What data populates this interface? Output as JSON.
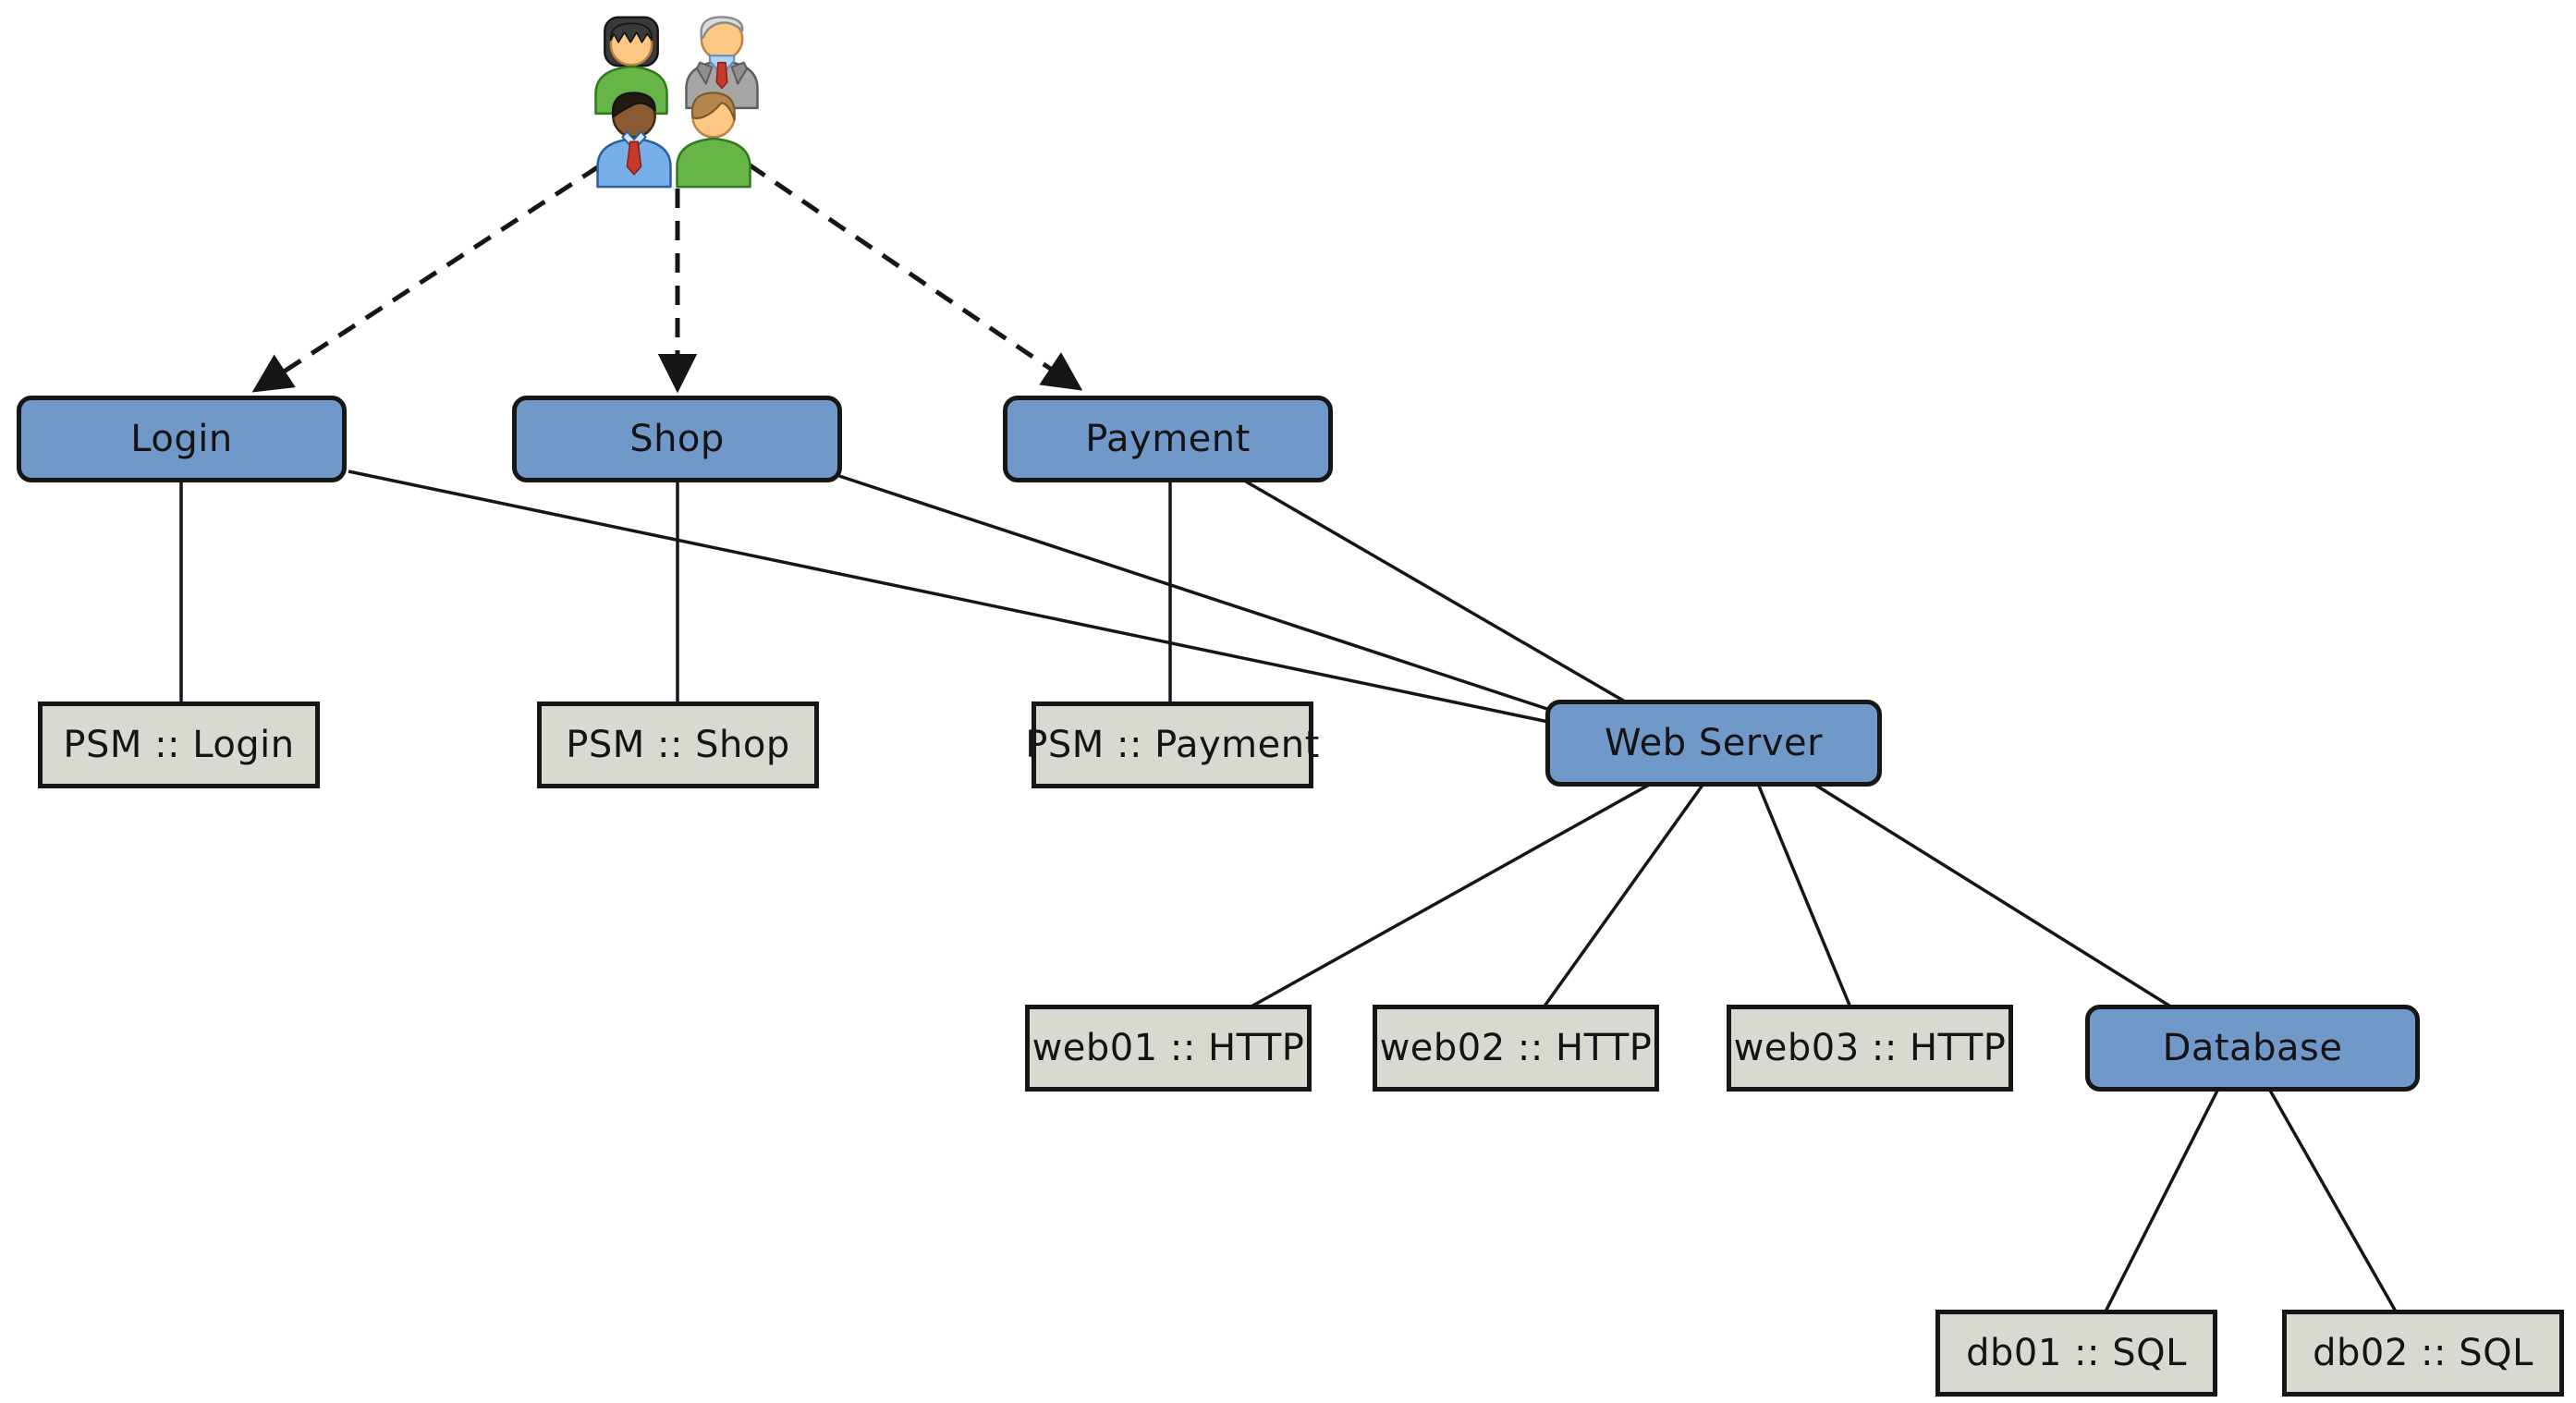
{
  "diagram": {
    "kind": "service-topology",
    "background": "#ffffff",
    "colors": {
      "process_node_fill": "#7099c9",
      "host_node_fill": "#d9d9d1",
      "node_border": "#161616",
      "edge": "#161616"
    },
    "icons": {
      "users_group": "users-group-icon"
    }
  },
  "nodes": {
    "login": {
      "label": "Login"
    },
    "shop": {
      "label": "Shop"
    },
    "payment": {
      "label": "Payment"
    },
    "psm_login": {
      "label": "PSM :: Login"
    },
    "psm_shop": {
      "label": "PSM :: Shop"
    },
    "psm_payment": {
      "label": "PSM :: Payment"
    },
    "webserver": {
      "label": "Web Server"
    },
    "web01": {
      "label": "web01 :: HTTP"
    },
    "web02": {
      "label": "web02 :: HTTP"
    },
    "web03": {
      "label": "web03 :: HTTP"
    },
    "database": {
      "label": "Database"
    },
    "db01": {
      "label": "db01 :: SQL"
    },
    "db02": {
      "label": "db02 :: SQL"
    }
  },
  "edges": [
    {
      "from": "users",
      "to": "login",
      "style": "dashed-arrow"
    },
    {
      "from": "users",
      "to": "shop",
      "style": "dashed-arrow"
    },
    {
      "from": "users",
      "to": "payment",
      "style": "dashed-arrow"
    },
    {
      "from": "login",
      "to": "psm_login",
      "style": "solid"
    },
    {
      "from": "shop",
      "to": "psm_shop",
      "style": "solid"
    },
    {
      "from": "payment",
      "to": "psm_payment",
      "style": "solid"
    },
    {
      "from": "login",
      "to": "webserver",
      "style": "solid"
    },
    {
      "from": "shop",
      "to": "webserver",
      "style": "solid"
    },
    {
      "from": "payment",
      "to": "webserver",
      "style": "solid"
    },
    {
      "from": "webserver",
      "to": "web01",
      "style": "solid"
    },
    {
      "from": "webserver",
      "to": "web02",
      "style": "solid"
    },
    {
      "from": "webserver",
      "to": "web03",
      "style": "solid"
    },
    {
      "from": "webserver",
      "to": "database",
      "style": "solid"
    },
    {
      "from": "database",
      "to": "db01",
      "style": "solid"
    },
    {
      "from": "database",
      "to": "db02",
      "style": "solid"
    }
  ]
}
